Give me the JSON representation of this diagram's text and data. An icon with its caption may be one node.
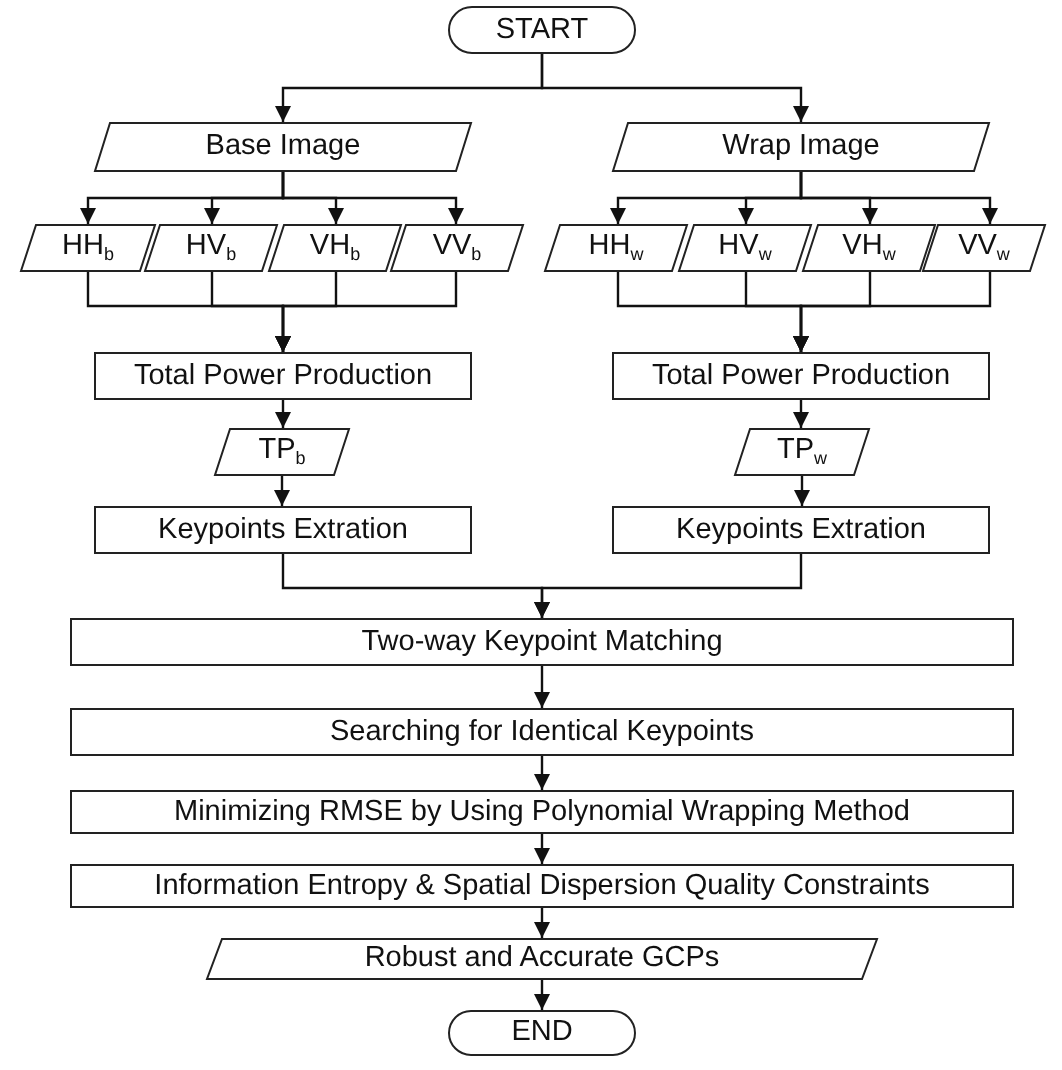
{
  "diagram": {
    "nodes": [
      {
        "text": [
          "START"
        ]
      },
      {
        "text": [
          "Base Image"
        ]
      },
      {
        "text": [
          "Wrap Image"
        ]
      },
      {
        "text": [
          "HH$_{b}$"
        ]
      },
      {
        "text": [
          "HV$_{b}$"
        ]
      },
      {
        "text": [
          "VH$_{b}$"
        ]
      },
      {
        "text": [
          "VV$_{b}$"
        ]
      },
      {
        "text": [
          "HH$_{w}$"
        ]
      },
      {
        "text": [
          "HV$_{w}$"
        ]
      },
      {
        "text": [
          "VH$_{w}$"
        ]
      },
      {
        "text": [
          "VV$_{w}$"
        ]
      },
      {
        "text": [
          "Total Power Production"
        ]
      },
      {
        "text": [
          "Total Power Production"
        ]
      },
      {
        "text": [
          "TP$_{b}$"
        ]
      },
      {
        "text": [
          "TP$_{w}$"
        ]
      },
      {
        "text": [
          "Keypoints Extration"
        ]
      },
      {
        "text": [
          "Keypoints Extration"
        ]
      },
      {
        "text": [
          "Two-way Keypoint Matching"
        ]
      },
      {
        "text": [
          "Searching for Identical Keypoints"
        ]
      },
      {
        "text": [
          "Minimizing RMSE by Using Polynomial Wrapping Method"
        ]
      },
      {
        "text": [
          "Information Entropy & Spatial Dispersion Quality Constraints"
        ]
      },
      {
        "text": [
          "Robust and Accurate GCPs"
        ]
      },
      {
        "text": [
          "END"
        ]
      }
    ],
    "edges": [
      {
        "from": 0,
        "to": 1,
        "arrow": "to"
      },
      {
        "from": 0,
        "to": 2,
        "arrow": "to"
      },
      {
        "from": 1,
        "to": 3,
        "arrow": "to"
      },
      {
        "from": 1,
        "to": 4,
        "arrow": "to"
      },
      {
        "from": 1,
        "to": 5,
        "arrow": "to"
      },
      {
        "from": 1,
        "to": 6,
        "arrow": "to"
      },
      {
        "from": 2,
        "to": 7,
        "arrow": "to"
      },
      {
        "from": 2,
        "to": 8,
        "arrow": "to"
      },
      {
        "from": 2,
        "to": 9,
        "arrow": "to"
      },
      {
        "from": 2,
        "to": 10,
        "arrow": "to"
      },
      {
        "from": 3,
        "to": 11,
        "arrow": "to"
      },
      {
        "from": 4,
        "to": 11,
        "arrow": "to"
      },
      {
        "from": 5,
        "to": 11,
        "arrow": "to"
      },
      {
        "from": 6,
        "to": 11,
        "arrow": "to"
      },
      {
        "from": 7,
        "to": 12,
        "arrow": "to"
      },
      {
        "from": 8,
        "to": 12,
        "arrow": "to"
      },
      {
        "from": 9,
        "to": 12,
        "arrow": "to"
      },
      {
        "from": 10,
        "to": 12,
        "arrow": "to"
      },
      {
        "from": 11,
        "to": 13,
        "arrow": "to"
      },
      {
        "from": 12,
        "to": 14,
        "arrow": "to"
      },
      {
        "from": 13,
        "to": 15,
        "arrow": "to"
      },
      {
        "from": 14,
        "to": 16,
        "arrow": "to"
      },
      {
        "from": 15,
        "to": 17,
        "arrow": "to"
      },
      {
        "from": 16,
        "to": 17,
        "arrow": "to"
      },
      {
        "from": 17,
        "to": 18,
        "arrow": "to"
      },
      {
        "from": 18,
        "to": 19,
        "arrow": "to"
      },
      {
        "from": 19,
        "to": 20,
        "arrow": "to"
      },
      {
        "from": 20,
        "to": 21,
        "arrow": "to"
      },
      {
        "from": 21,
        "to": 22,
        "arrow": "to"
      }
    ]
  }
}
